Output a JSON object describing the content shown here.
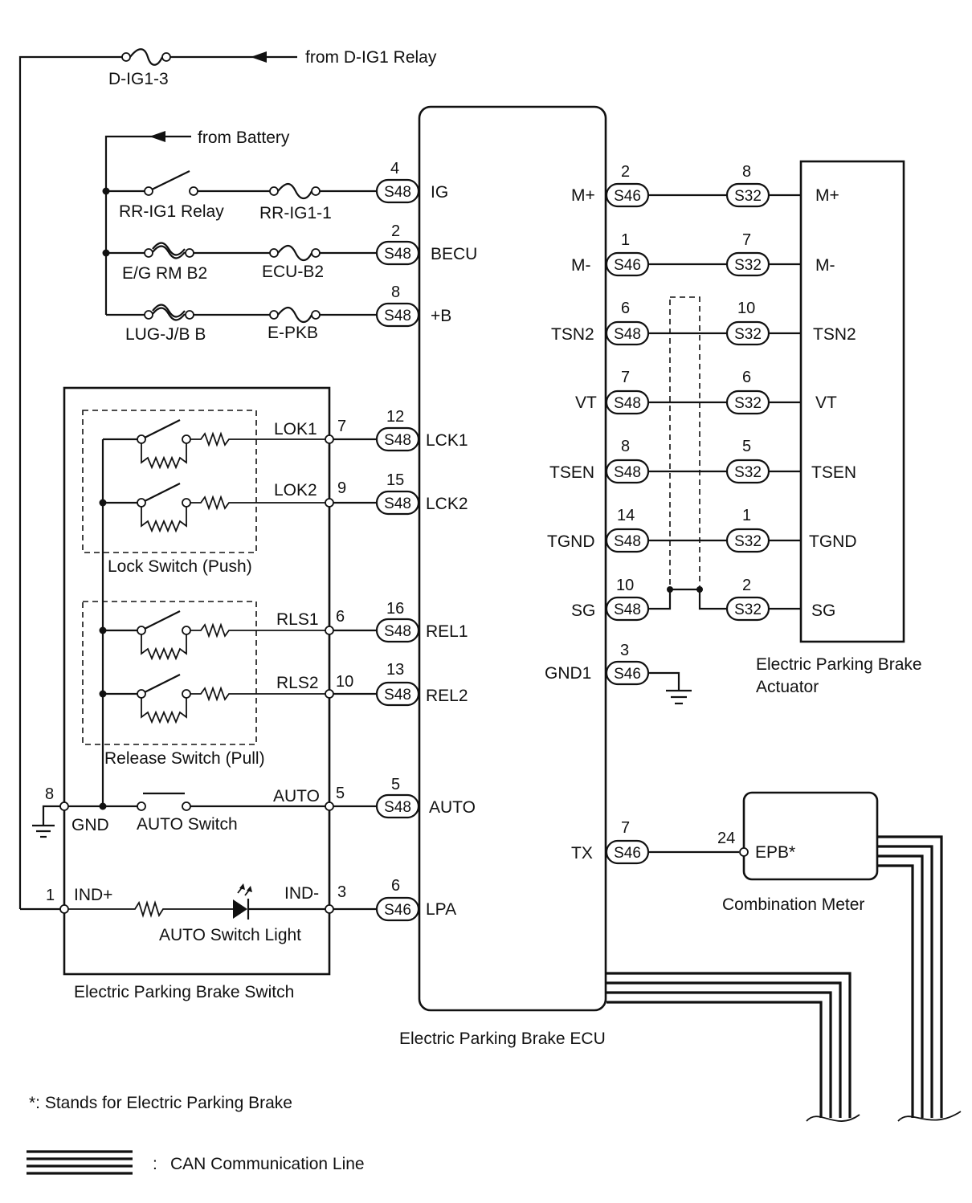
{
  "labels": {
    "from_dig1": "from D-IG1 Relay",
    "dig1_3": "D-IG1-3",
    "from_battery": "from Battery",
    "rr_ig1_relay": "RR-IG1 Relay",
    "rr_ig1_1": "RR-IG1-1",
    "eg_rm_b2": "E/G RM B2",
    "ecu_b2": "ECU-B2",
    "lug_jb_b": "LUG-J/B B",
    "e_pkb": "E-PKB",
    "lock_switch": "Lock Switch (Push)",
    "release_switch": "Release Switch (Pull)",
    "auto_switch": "AUTO Switch",
    "auto_switch_light": "AUTO Switch Light",
    "epb_switch": "Electric Parking Brake Switch",
    "epb_ecu": "Electric Parking Brake ECU",
    "epb_actuator_1": "Electric Parking Brake",
    "epb_actuator_2": "Actuator",
    "combination_meter": "Combination Meter",
    "footnote": "*: Stands for Electric Parking Brake",
    "can_legend": "CAN Communication Line",
    "can_colon": ":"
  },
  "switch_pins": {
    "lok1": "LOK1",
    "lok1_no": "7",
    "lok2": "LOK2",
    "lok2_no": "9",
    "rls1": "RLS1",
    "rls1_no": "6",
    "rls2": "RLS2",
    "rls2_no": "10",
    "auto": "AUTO",
    "auto_no": "5",
    "ind_minus": "IND-",
    "ind_minus_no": "3",
    "gnd": "GND",
    "gnd_no": "8",
    "ind_plus": "IND+",
    "ind_plus_no": "1"
  },
  "ecu_left": [
    {
      "conn": "S48",
      "pin": "4",
      "label": "IG"
    },
    {
      "conn": "S48",
      "pin": "2",
      "label": "BECU"
    },
    {
      "conn": "S48",
      "pin": "8",
      "label": "+B"
    },
    {
      "conn": "S48",
      "pin": "12",
      "label": "LCK1"
    },
    {
      "conn": "S48",
      "pin": "15",
      "label": "LCK2"
    },
    {
      "conn": "S48",
      "pin": "16",
      "label": "REL1"
    },
    {
      "conn": "S48",
      "pin": "13",
      "label": "REL2"
    },
    {
      "conn": "S48",
      "pin": "5",
      "label": "AUTO"
    },
    {
      "conn": "S46",
      "pin": "6",
      "label": "LPA"
    }
  ],
  "ecu_right": [
    {
      "conn": "S46",
      "pin": "2",
      "label": "M+"
    },
    {
      "conn": "S46",
      "pin": "1",
      "label": "M-"
    },
    {
      "conn": "S48",
      "pin": "6",
      "label": "TSN2"
    },
    {
      "conn": "S48",
      "pin": "7",
      "label": "VT"
    },
    {
      "conn": "S48",
      "pin": "8",
      "label": "TSEN"
    },
    {
      "conn": "S48",
      "pin": "14",
      "label": "TGND"
    },
    {
      "conn": "S48",
      "pin": "10",
      "label": "SG"
    },
    {
      "conn": "S46",
      "pin": "3",
      "label": "GND1"
    },
    {
      "conn": "S46",
      "pin": "7",
      "label": "TX"
    }
  ],
  "actuator": [
    {
      "conn": "S32",
      "pin": "8",
      "label": "M+"
    },
    {
      "conn": "S32",
      "pin": "7",
      "label": "M-"
    },
    {
      "conn": "S32",
      "pin": "10",
      "label": "TSN2"
    },
    {
      "conn": "S32",
      "pin": "6",
      "label": "VT"
    },
    {
      "conn": "S32",
      "pin": "5",
      "label": "TSEN"
    },
    {
      "conn": "S32",
      "pin": "1",
      "label": "TGND"
    },
    {
      "conn": "S32",
      "pin": "2",
      "label": "SG"
    }
  ],
  "meter": {
    "pin": "24",
    "label": "EPB*"
  }
}
